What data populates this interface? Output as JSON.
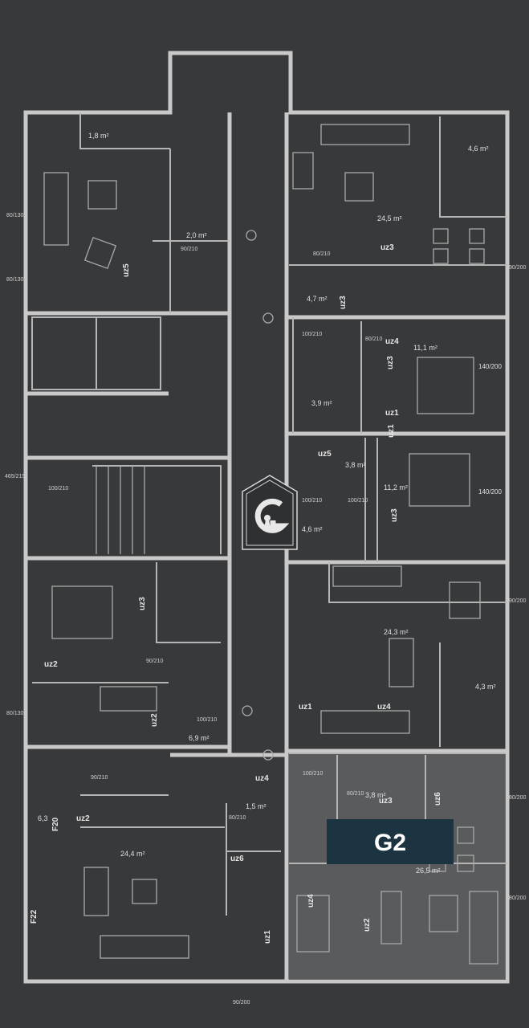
{
  "plan": {
    "highlight_label": "G2",
    "colors": {
      "background": "#38393b",
      "walls": "#c9c9c9",
      "highlight_unit": "#66676a",
      "label_box": "#1c3442"
    },
    "logo": {
      "icon": "house-keyhole-G-logo",
      "text": "G"
    },
    "areas": [
      "1,8 m²",
      "2,0 m²",
      "24,5 m²",
      "4,6 m²",
      "4,7 m²",
      "11,1 m²",
      "3,9 m²",
      "3,8 m²",
      "11,2 m²",
      "4,6 m²",
      "24,3 m²",
      "4,3 m²",
      "6,9 m²",
      "1,5 m²",
      "6,3",
      "24,4 m²",
      "26,5 m²",
      "3,8 m²"
    ],
    "tags": [
      "uz5",
      "uz3",
      "uz3",
      "uz4",
      "uz3",
      "uz1",
      "uz5",
      "uz3",
      "uz3",
      "uz2",
      "uz2",
      "uz1",
      "uz4",
      "uz4",
      "uz2",
      "uz6",
      "uz1",
      "uz3",
      "uz6",
      "uz4",
      "uz2",
      "uz1",
      "F20",
      "F22"
    ],
    "doors": [
      "90/210",
      "80/210",
      "100/210",
      "80/210",
      "100/210",
      "90/210",
      "100/210",
      "100/210",
      "100/210",
      "90/210",
      "80/210",
      "100/210",
      "80/210"
    ],
    "windows": [
      "80/130",
      "80/130",
      "465/215",
      "80/130",
      "140/200",
      "90/200",
      "140/200",
      "90/200",
      "80/200",
      "80/200",
      "90/200"
    ]
  }
}
